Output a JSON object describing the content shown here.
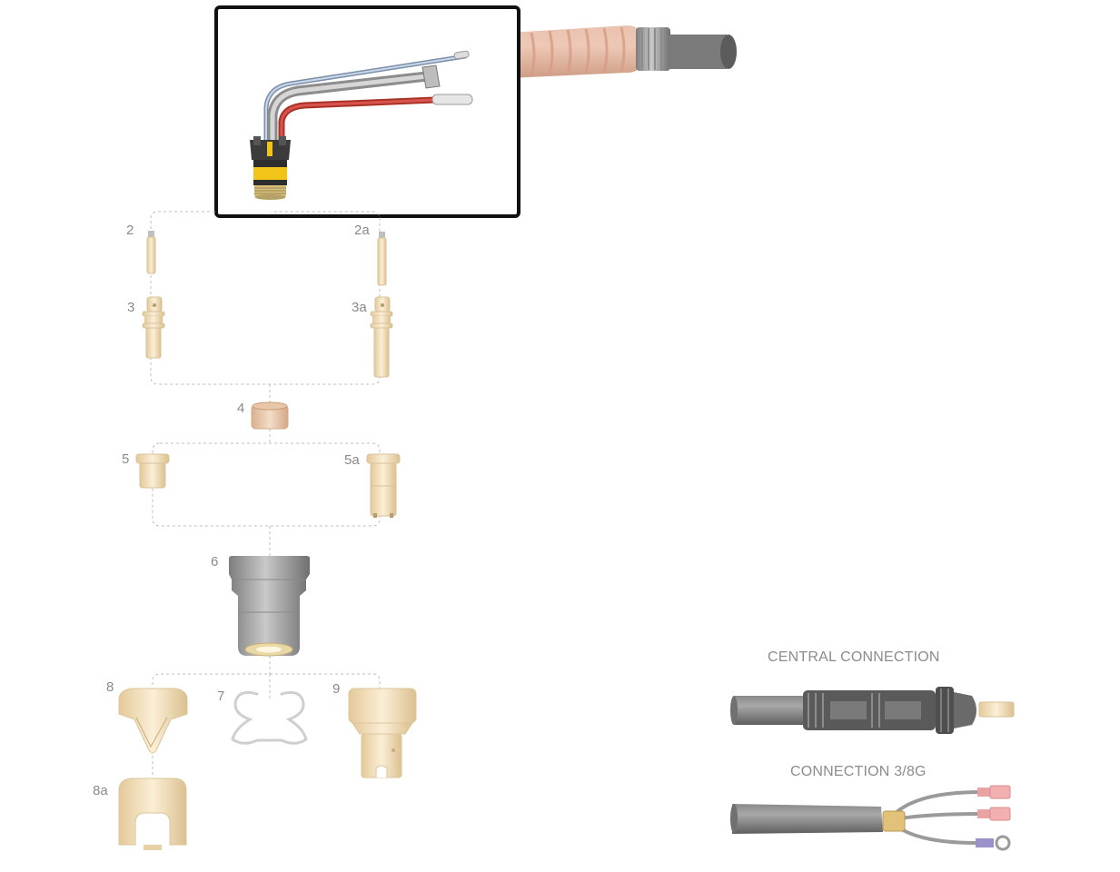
{
  "labels": {
    "p2": "2",
    "p2a": "2a",
    "p3": "3",
    "p3a": "3a",
    "p4": "4",
    "p5": "5",
    "p5a": "5a",
    "p6": "6",
    "p7": "7",
    "p8": "8",
    "p8a": "8a",
    "p9": "9"
  },
  "connections": {
    "central": "CENTRAL CONNECTION",
    "g38": "CONNECTION 3/8G"
  },
  "colors": {
    "brass": "#f0dcb4",
    "copper": "#e8c7a8",
    "hose": "#e3b39d",
    "grey_cable": "#8c8c8c",
    "red_lead": "#c0392b",
    "blue_lead": "#8fa8c8",
    "torch_yellow": "#f2c318",
    "highlight_frame": "#111111"
  }
}
